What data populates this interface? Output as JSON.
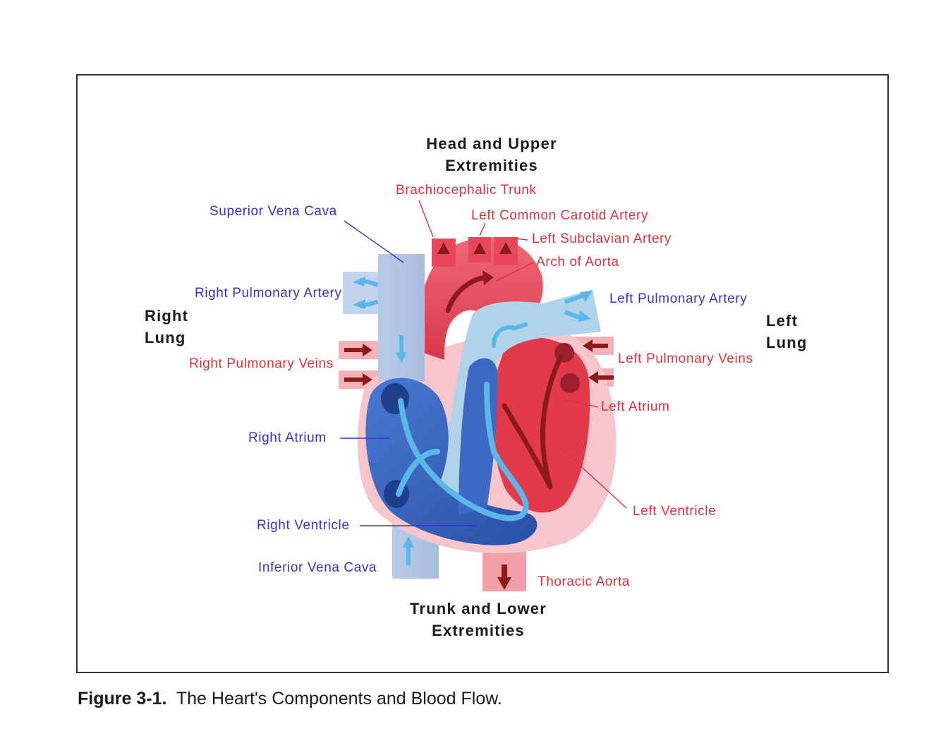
{
  "figure": {
    "caption_number": "Figure 3-1.",
    "caption_text": "The Heart's Components and Blood Flow."
  },
  "regions": {
    "top_line1": "Head and Upper",
    "top_line2": "Extremities",
    "bottom_line1": "Trunk and Lower",
    "bottom_line2": "Extremities",
    "right_lung_line1": "Right",
    "right_lung_line2": "Lung",
    "left_lung_line1": "Left",
    "left_lung_line2": "Lung"
  },
  "labels": {
    "brachiocephalic_trunk": "Brachiocephalic Trunk",
    "superior_vena_cava": "Superior Vena Cava",
    "left_common_carotid": "Left Common Carotid Artery",
    "left_subclavian": "Left Subclavian Artery",
    "arch_of_aorta": "Arch of Aorta",
    "right_pulmonary_artery": "Right Pulmonary Artery",
    "left_pulmonary_artery": "Left Pulmonary Artery",
    "right_pulmonary_veins": "Right Pulmonary Veins",
    "left_pulmonary_veins": "Left Pulmonary Veins",
    "left_atrium": "Left Atrium",
    "right_atrium": "Right Atrium",
    "right_ventricle": "Right Ventricle",
    "left_ventricle": "Left Ventricle",
    "inferior_vena_cava": "Inferior Vena Cava",
    "thoracic_aorta": "Thoracic Aorta"
  },
  "colors": {
    "oxygenated_label": "#e0303a",
    "deoxygenated_label": "#3434c8",
    "oxygenated_blood": "#e8485a",
    "deoxygenated_blood": "#3a62c0",
    "arrow_dark_red": "#8c1a1a",
    "arrow_light_blue": "#5ab8e8"
  }
}
